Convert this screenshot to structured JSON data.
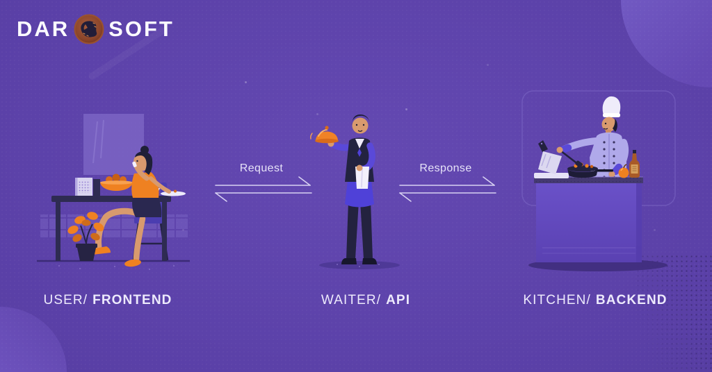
{
  "logo": {
    "part1": "DAR",
    "part2": "SOFT",
    "icon": "darosoft-coin-emblem"
  },
  "flow": {
    "request_label": "Request",
    "response_label": "Response"
  },
  "nodes": [
    {
      "id": "user",
      "role": "USER/",
      "tech": "FRONTEND",
      "illustration": "woman-dining-at-table"
    },
    {
      "id": "waiter",
      "role": "WAITER/",
      "tech": "API",
      "illustration": "waiter-holding-cloche"
    },
    {
      "id": "kitchen",
      "role": "KITCHEN/",
      "tech": "BACKEND",
      "illustration": "chef-cooking-at-counter"
    }
  ],
  "connections": [
    {
      "from": "user",
      "to": "waiter",
      "label": "Request"
    },
    {
      "from": "waiter",
      "to": "kitchen",
      "label": "Response"
    }
  ],
  "colors": {
    "background": "#5a40a7",
    "accent_orange": "#f08226",
    "dark_navy": "#23223f",
    "lavender": "#b0a9ea",
    "blue_purple": "#5a49d8",
    "arrow_line": "#d8d2f2",
    "text": "#edeafc"
  }
}
